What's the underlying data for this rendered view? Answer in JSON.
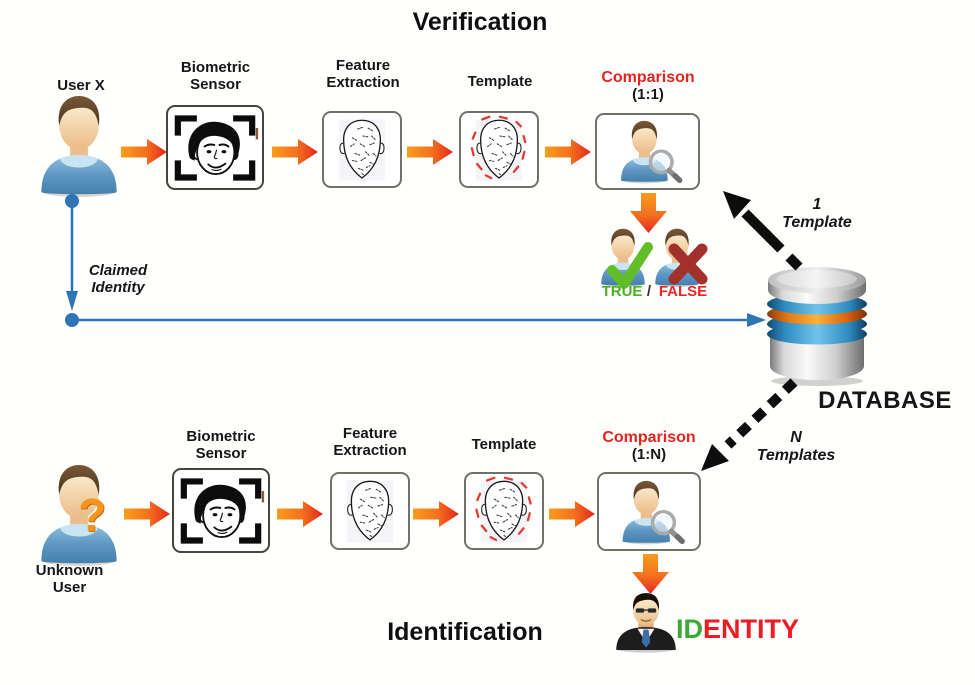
{
  "titles": {
    "verification": "Verification",
    "identification": "Identification"
  },
  "verification_row": {
    "actor_label": "User X",
    "sensor_label_1": "Biometric",
    "sensor_label_2": "Sensor",
    "feature_label_1": "Feature",
    "feature_label_2": "Extraction",
    "template_label": "Template",
    "comparison_label": "Comparison",
    "comparison_ratio": "(1:1)",
    "result_true": "TRUE",
    "result_sep": "/",
    "result_false": "FALSE"
  },
  "identification_row": {
    "actor_label_1": "Unknown",
    "actor_label_2": "User",
    "actor_question": "?",
    "sensor_label_1": "Biometric",
    "sensor_label_2": "Sensor",
    "feature_label_1": "Feature",
    "feature_label_2": "Extraction",
    "template_label": "Template",
    "comparison_label": "Comparison",
    "comparison_ratio": "(1:N)",
    "identity_part1": "ID",
    "identity_part2": "ENTITY"
  },
  "database": {
    "label": "DATABASE",
    "verification_link_1": "1",
    "verification_link_2": "Template",
    "identification_link_1": "N",
    "identification_link_2": "Templates"
  },
  "claimed_identity": {
    "label_1": "Claimed",
    "label_2": "Identity"
  },
  "colors": {
    "flow_arrow_start": "#F89C1C",
    "flow_arrow_end": "#E5261F",
    "claimed_identity_line": "#2F74B5",
    "comparison_label": "#E8231F",
    "true_label": "#4CB122",
    "false_label": "#E8262A",
    "identity_id": "#3BAA35",
    "identity_entity": "#ED1C24",
    "database_ring_blue": "#2F8BC0",
    "database_ring_orange": "#F0901E",
    "question_mark": "#F7941D"
  }
}
